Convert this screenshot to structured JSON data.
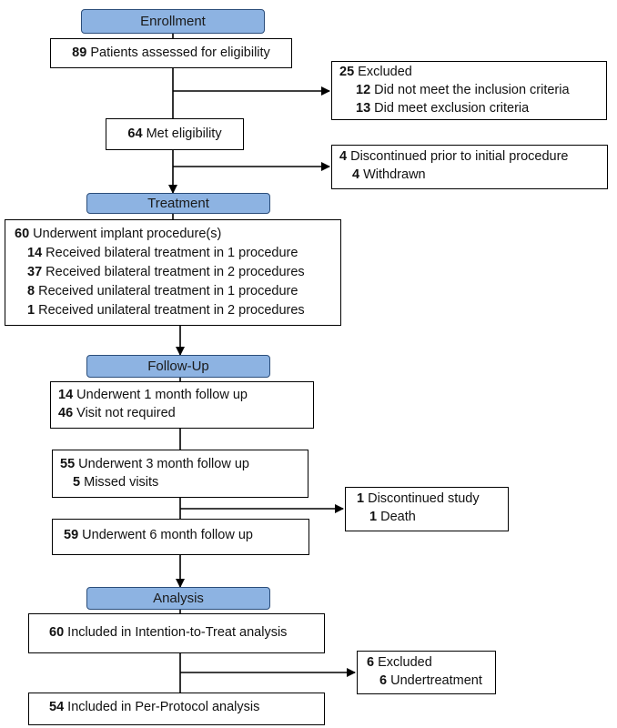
{
  "headers": {
    "enrollment": "Enrollment",
    "treatment": "Treatment",
    "followup": "Follow-Up",
    "analysis": "Analysis"
  },
  "assessed": {
    "num": "89",
    "text": "Patients assessed for eligibility"
  },
  "excluded": {
    "num": "25",
    "text": "Excluded",
    "items": [
      {
        "num": "12",
        "text": "Did not meet the inclusion criteria"
      },
      {
        "num": "13",
        "text": "Did meet exclusion criteria"
      }
    ]
  },
  "eligible": {
    "num": "64",
    "text": "Met eligibility"
  },
  "discontinued_prior": {
    "num": "4",
    "text": "Discontinued prior to initial procedure",
    "items": [
      {
        "num": "4",
        "text": "Withdrawn"
      }
    ]
  },
  "treatment_box": {
    "num": "60",
    "text": "Underwent implant procedure(s)",
    "items": [
      {
        "num": "14",
        "text": "Received bilateral treatment in 1 procedure"
      },
      {
        "num": "37",
        "text": "Received bilateral treatment in 2 procedures"
      },
      {
        "num": "8",
        "text": "Received unilateral treatment in 1 procedure"
      },
      {
        "num": "1",
        "text": "Received unilateral treatment in 2 procedures"
      }
    ]
  },
  "followup1": {
    "items": [
      {
        "num": "14",
        "text": "Underwent 1 month follow up"
      },
      {
        "num": "46",
        "text": "Visit not required"
      }
    ]
  },
  "followup3": {
    "num": "55",
    "text": "Underwent 3 month follow up",
    "items": [
      {
        "num": "5",
        "text": "Missed visits"
      }
    ]
  },
  "discontinued_study": {
    "num": "1",
    "text": "Discontinued study",
    "items": [
      {
        "num": "1",
        "text": "Death"
      }
    ]
  },
  "followup6": {
    "num": "59",
    "text": "Underwent 6 month follow up"
  },
  "itt": {
    "num": "60",
    "text": "Included in Intention-to-Treat analysis"
  },
  "excluded_analysis": {
    "num": "6",
    "text": "Excluded",
    "items": [
      {
        "num": "6",
        "text": "Undertreatment"
      }
    ]
  },
  "pp": {
    "num": "54",
    "text": "Included in Per-Protocol analysis"
  }
}
